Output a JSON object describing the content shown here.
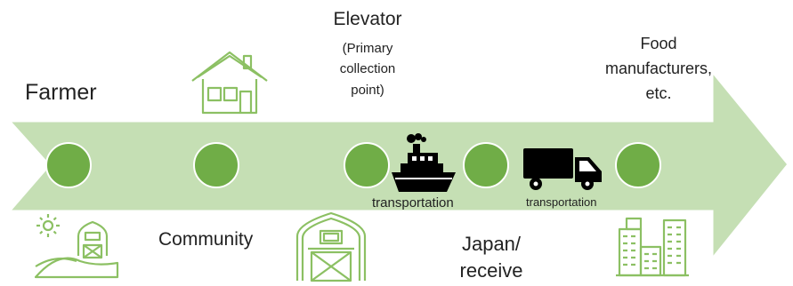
{
  "colors": {
    "arrow_fill": "#c5dfb4",
    "arrow_stroke": "#ffffff",
    "node_fill": "#70ad47",
    "node_stroke": "#ffffff",
    "icon_outline": "#8cc063",
    "vehicle_fill": "#000000",
    "sun": "#8cc063"
  },
  "stages": [
    {
      "label": "Farmer"
    },
    {
      "label": "Community"
    },
    {
      "label": "Elevator",
      "sublabel_lines": [
        "(Primary",
        "collection",
        "point)"
      ]
    },
    {
      "label_lines": [
        "Japan/",
        "receive"
      ]
    },
    {
      "label_lines": [
        "Food",
        "manufacturers,",
        "etc."
      ]
    }
  ],
  "transport": {
    "ship_label": "transportation",
    "truck_label": "transportation"
  },
  "icons": [
    "farm-barn-icon",
    "house-icon",
    "barn-icon",
    "ship-icon",
    "truck-icon",
    "buildings-icon"
  ]
}
